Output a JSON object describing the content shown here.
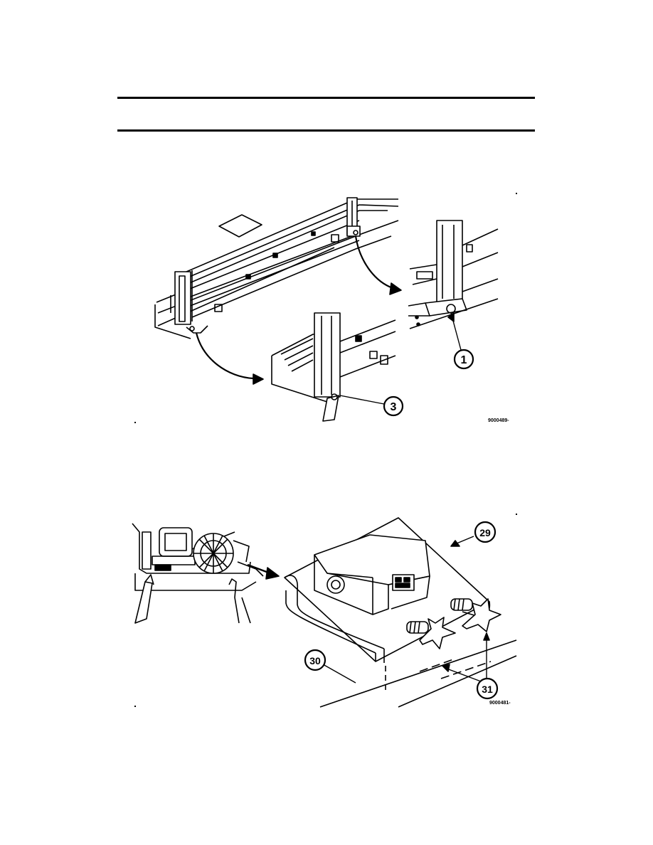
{
  "figure_top": {
    "callouts": [
      "1",
      "3"
    ],
    "code": "9000489-"
  },
  "figure_bottom": {
    "callouts": [
      "29",
      "30",
      "31"
    ],
    "code": "9000481-"
  }
}
